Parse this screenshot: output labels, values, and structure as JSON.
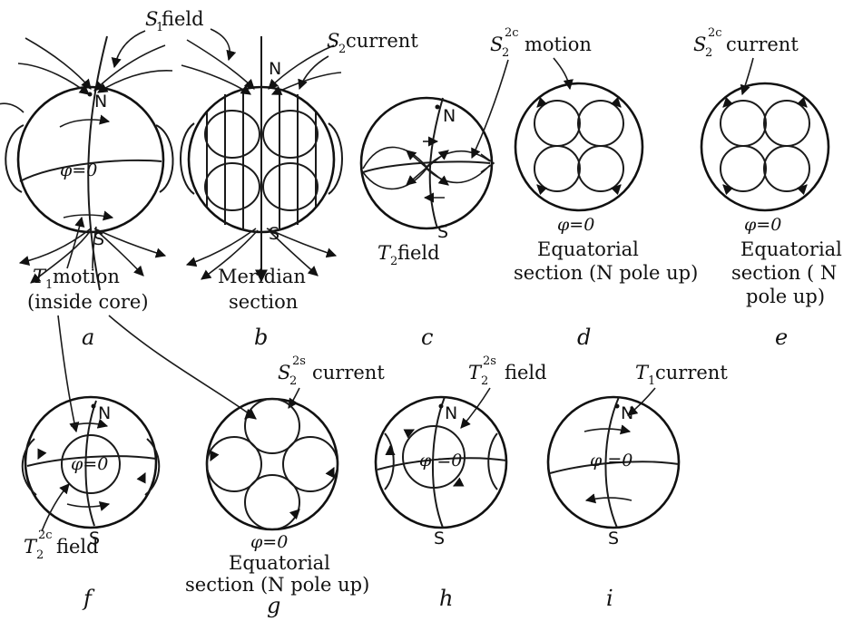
{
  "panels": {
    "a": {
      "letter": "a",
      "n": "N",
      "s": "S",
      "phi": "φ=0",
      "callout_field_sym": "S",
      "callout_field_sub": "1",
      "callout_field_text": " field",
      "motion_sym": "T",
      "motion_sub": "1",
      "motion_text": " motion",
      "motion_line2": "(inside core)"
    },
    "b": {
      "letter": "b",
      "n": "N",
      "s": "S",
      "current_sym": "S",
      "current_sub": "2",
      "current_text": " current",
      "caption_line1": "Meridian",
      "caption_line2": "section"
    },
    "c": {
      "letter": "c",
      "n": "N",
      "s": "S",
      "field_sym": "T",
      "field_sub": "2",
      "field_text": " field"
    },
    "d": {
      "letter": "d",
      "sym": "S",
      "sub": "2",
      "sup": "2c",
      "text": "motion",
      "phi": "φ=0",
      "caption_line1": "Equatorial",
      "caption_line2": "section (N pole up)"
    },
    "e": {
      "letter": "e",
      "sym": "S",
      "sub": "2",
      "sup": "2c",
      "text": "current",
      "phi": "φ=0",
      "caption_line1": "Equatorial",
      "caption_line2": "section ( N",
      "caption_line3": "pole up)"
    },
    "f": {
      "letter": "f",
      "n": "N",
      "s": "S",
      "phi": "φ=0",
      "sym": "T",
      "sub": "2",
      "sup": "2c",
      "text": "field"
    },
    "g": {
      "letter": "g",
      "sym": "S",
      "sub": "2",
      "sup": "2s",
      "text": "current",
      "phi": "φ=0",
      "caption_line1": "Equatorial",
      "caption_line2": "section (N pole up)"
    },
    "h": {
      "letter": "h",
      "n": "N",
      "s": "S",
      "phi": "φ =0",
      "sym": "T",
      "sub": "2",
      "sup": "2s",
      "text": "field"
    },
    "i": {
      "letter": "i",
      "n": "N",
      "s": "S",
      "phi": "φ =0",
      "sym": "T",
      "sub": "1",
      "text": " current"
    }
  }
}
